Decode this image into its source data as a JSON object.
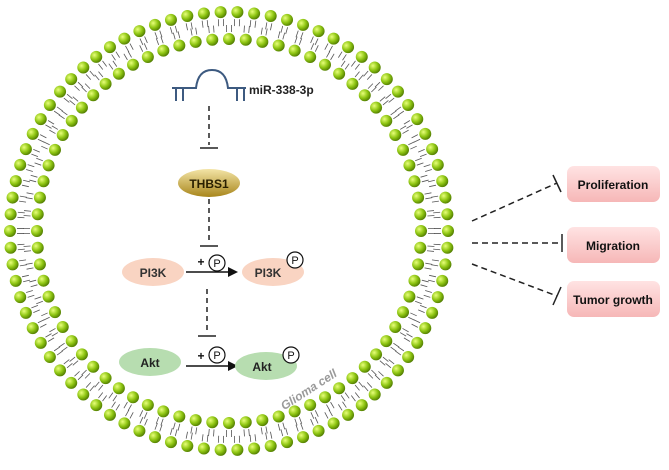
{
  "mirna": {
    "label": "miR-338-3p",
    "color": "#3d5a80"
  },
  "thbs1": {
    "label": "THBS1",
    "fill_top": "#f3e4a6",
    "fill_bottom": "#a8861c"
  },
  "pi3k": {
    "label": "PI3K",
    "color": "#f9d4c2"
  },
  "pi3k_p": {
    "label": "PI3K"
  },
  "akt": {
    "label": "Akt",
    "color": "#b7ddb0"
  },
  "akt_p": {
    "label": "Akt"
  },
  "phospho": {
    "plus": "+",
    "symbol": "P"
  },
  "cell": {
    "label": "Glioma cell",
    "label_color": "#9a9a9a",
    "head_color": "#8fc613",
    "head_dark": "#4f7a00"
  },
  "outcomes": [
    {
      "label": "Proliferation"
    },
    {
      "label": "Migration"
    },
    {
      "label": "Tumor growth"
    }
  ],
  "outcome_style": {
    "fill": "#f6b7b7",
    "fill_light": "#ffe3e3"
  }
}
